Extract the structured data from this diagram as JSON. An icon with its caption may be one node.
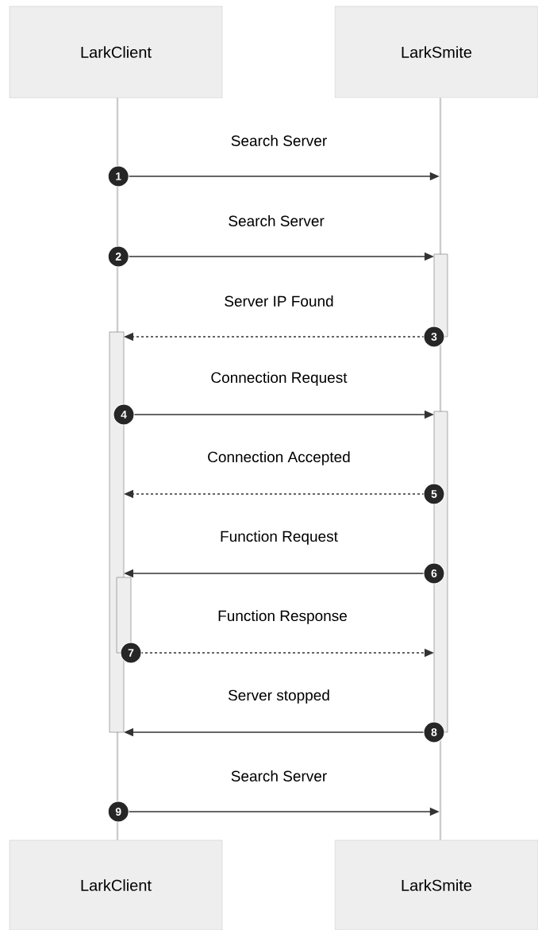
{
  "diagram": {
    "nodes": [
      {
        "text": [
          "LarkClient"
        ]
      },
      {
        "text": [
          "LarkSmite"
        ]
      },
      {
        "text": [],
        "shape": "line"
      },
      {
        "text": [],
        "shape": "line"
      },
      {
        "text": [],
        "shape": "bar"
      },
      {
        "text": [],
        "shape": "bar"
      },
      {
        "text": [],
        "shape": "bar"
      },
      {
        "text": [],
        "shape": "bar"
      },
      {
        "text": [
          "LarkClient"
        ]
      },
      {
        "text": [
          "LarkSmite"
        ]
      }
    ],
    "edges": [
      {
        "from": 2,
        "to": 3,
        "arrow": "to",
        "label": "Search Server"
      },
      {
        "from": 2,
        "to": 4,
        "arrow": "to",
        "label": "Search Server"
      },
      {
        "from": 4,
        "to": 5,
        "arrow": "to",
        "style": "dashed",
        "label": "Server IP Found"
      },
      {
        "from": 5,
        "to": 6,
        "arrow": "to",
        "label": "Connection Request"
      },
      {
        "from": 6,
        "to": 5,
        "arrow": "to",
        "style": "dashed",
        "label": "Connection Accepted"
      },
      {
        "from": 6,
        "to": 5,
        "arrow": "to",
        "label": "Function Request"
      },
      {
        "from": 7,
        "to": 6,
        "arrow": "to",
        "style": "dashed",
        "label": "Function Response"
      },
      {
        "from": 6,
        "to": 5,
        "arrow": "to",
        "label": "Server stopped"
      },
      {
        "from": 2,
        "to": 3,
        "arrow": "to",
        "label": "Search Server"
      }
    ],
    "labels": [
      "1",
      "2",
      "3",
      "4",
      "5",
      "6",
      "7",
      "8",
      "9"
    ]
  }
}
